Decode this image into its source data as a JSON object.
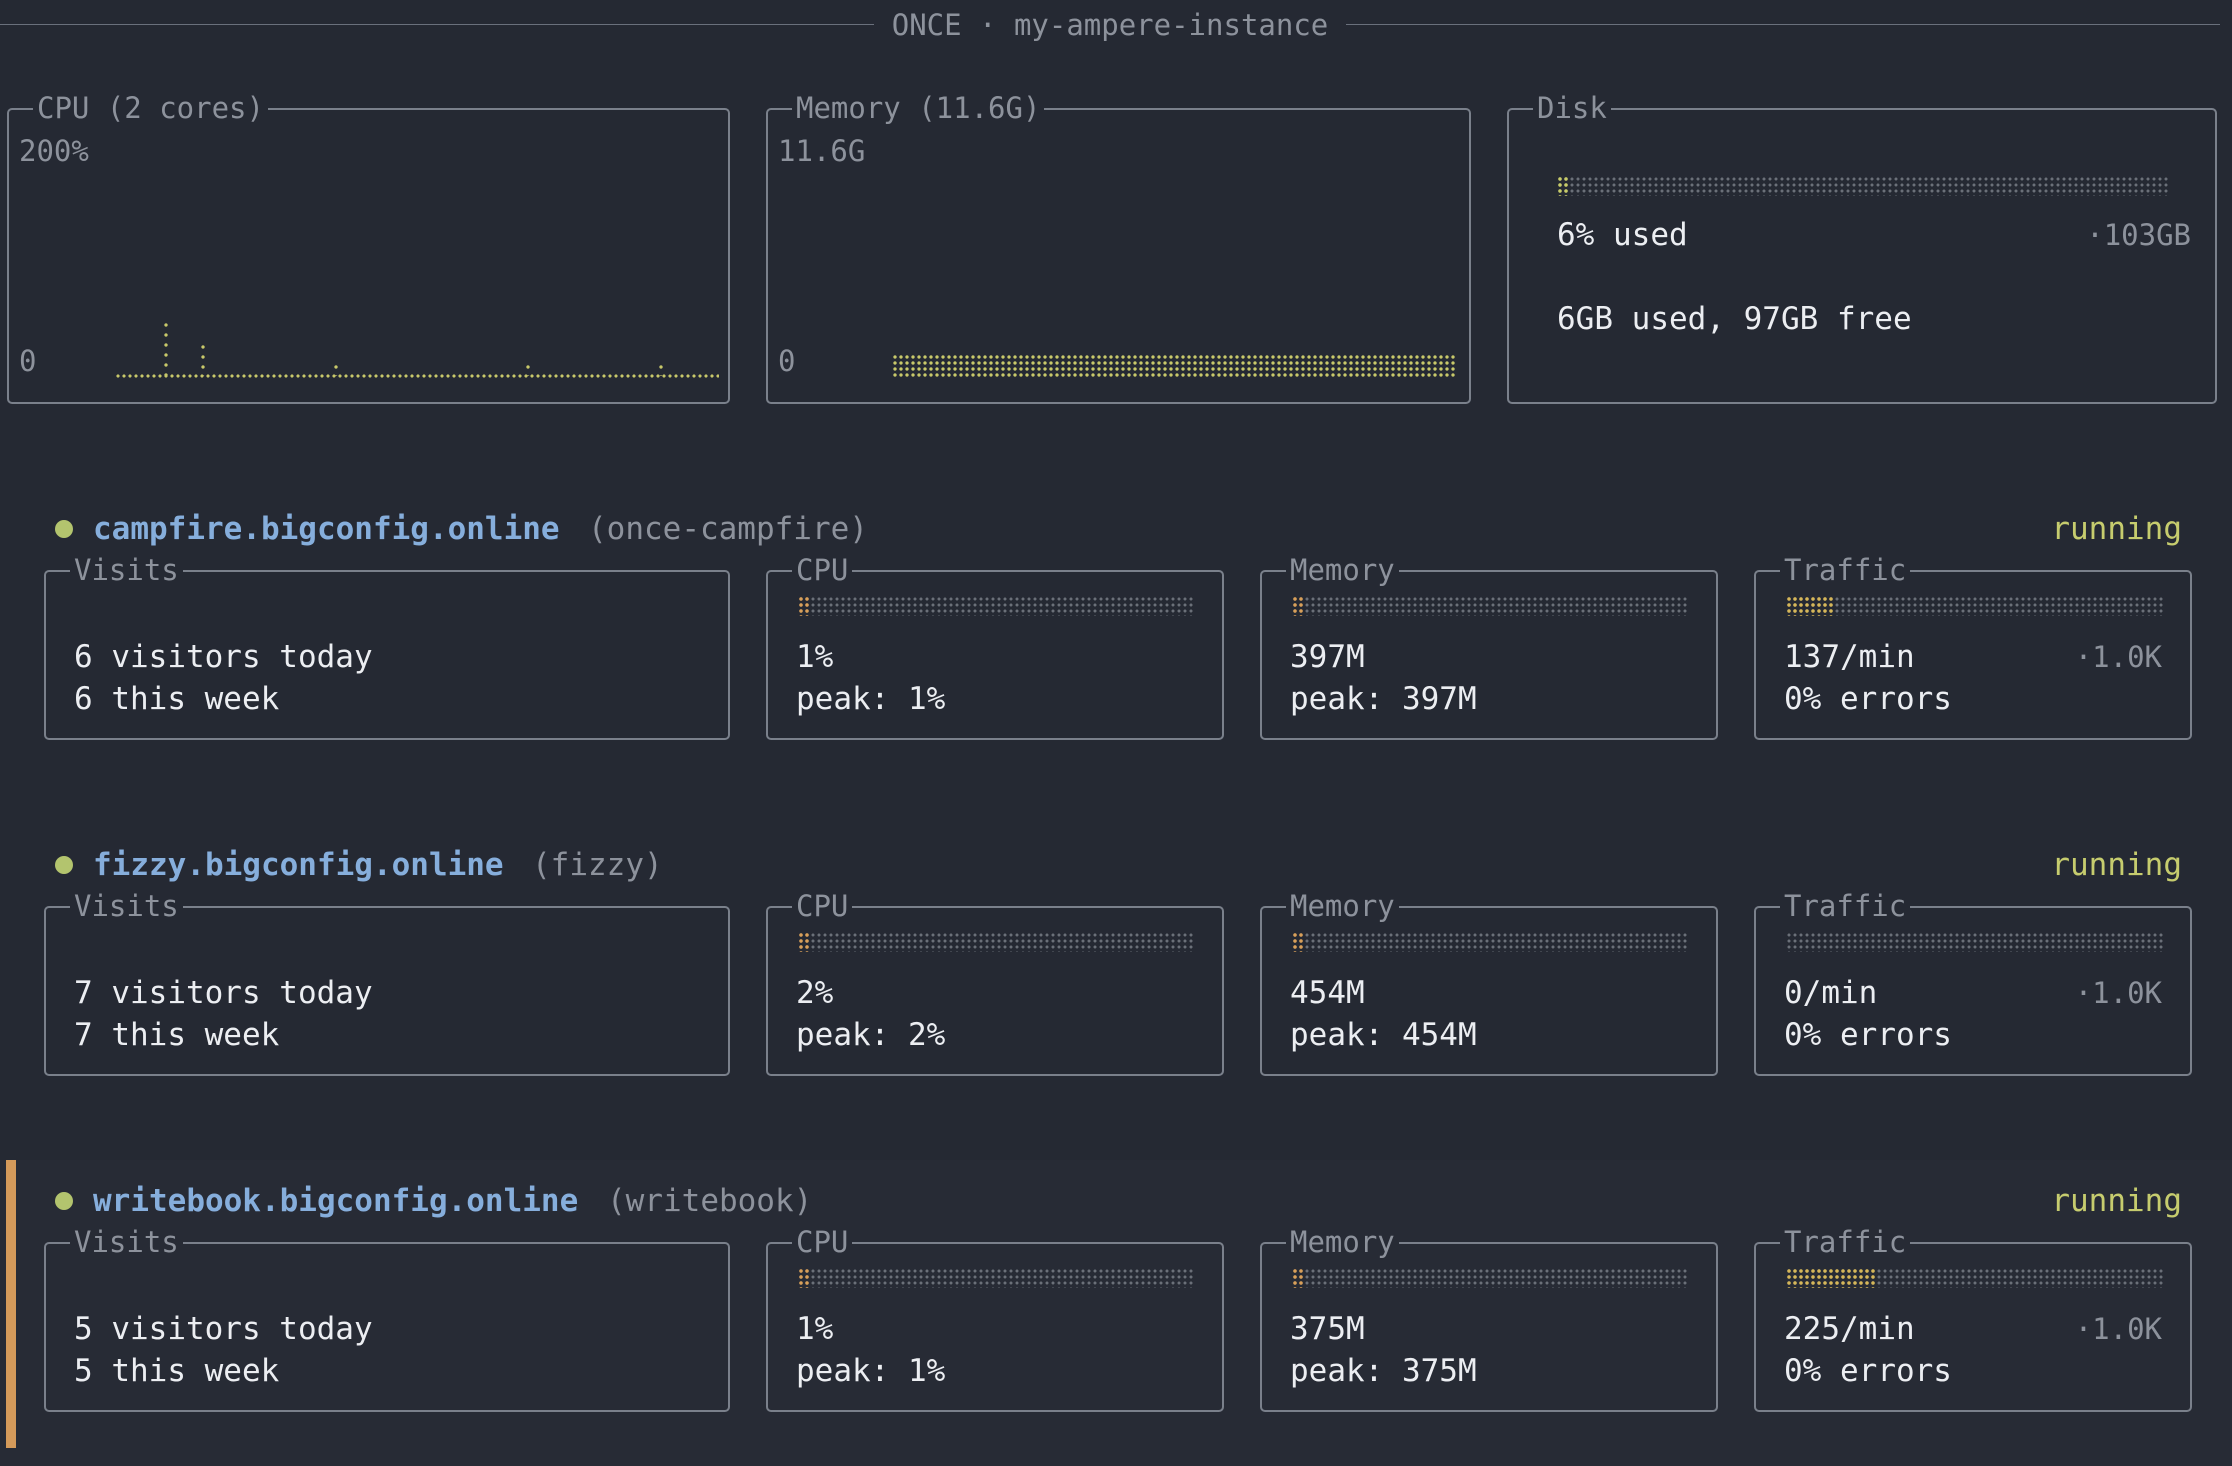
{
  "header": {
    "title": "ONCE · my-ampere-instance"
  },
  "system": {
    "cpu": {
      "title": "CPU (2 cores)",
      "max": "200%",
      "min": "0"
    },
    "memory": {
      "title": "Memory (11.6G)",
      "max": "11.6G",
      "min": "0"
    },
    "disk": {
      "title": "Disk",
      "used_pct": "6% used",
      "total": "·103GB",
      "summary": "6GB used, 97GB free",
      "used_fraction": 0.06
    }
  },
  "labels": {
    "visits": "Visits",
    "cpu": "CPU",
    "memory": "Memory",
    "traffic": "Traffic"
  },
  "apps": [
    {
      "name": "campfire.bigconfig.online",
      "id": "(once-campfire)",
      "status": "running",
      "visits_today": "6 visitors today",
      "visits_week": "6 this week",
      "cpu": "1%",
      "cpu_peak": "peak: 1%",
      "cpu_fraction": 0.01,
      "memory": "397M",
      "memory_peak": "peak: 397M",
      "memory_fraction": 0.03,
      "traffic": "137/min",
      "traffic_max": "·1.0K",
      "errors": "0% errors",
      "traffic_fraction": 0.137
    },
    {
      "name": "fizzy.bigconfig.online",
      "id": "(fizzy)",
      "status": "running",
      "visits_today": "7 visitors today",
      "visits_week": "7 this week",
      "cpu": "2%",
      "cpu_peak": "peak: 2%",
      "cpu_fraction": 0.02,
      "memory": "454M",
      "memory_peak": "peak: 454M",
      "memory_fraction": 0.04,
      "traffic": "0/min",
      "traffic_max": "·1.0K",
      "errors": "0% errors",
      "traffic_fraction": 0
    },
    {
      "name": "writebook.bigconfig.online",
      "id": "(writebook)",
      "status": "running",
      "visits_today": "5 visitors today",
      "visits_week": "5 this week",
      "cpu": "1%",
      "cpu_peak": "peak: 1%",
      "cpu_fraction": 0.01,
      "memory": "375M",
      "memory_peak": "peak: 375M",
      "memory_fraction": 0.03,
      "traffic": "225/min",
      "traffic_max": "·1.0K",
      "errors": "0% errors",
      "traffic_fraction": 0.225
    }
  ]
}
